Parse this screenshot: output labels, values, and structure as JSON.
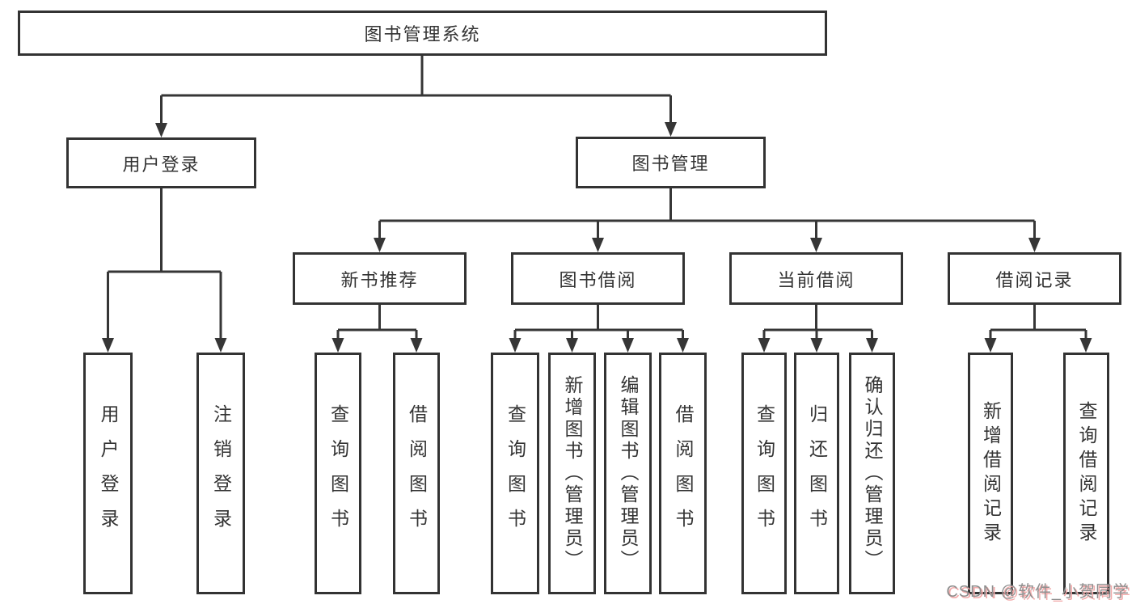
{
  "colors": {
    "background": "#ffffff",
    "line": "#363636",
    "box_border": "#333333",
    "text": "#333333",
    "watermark_text": "#8f8f8f",
    "watermark_shadow": "#f2a9a9"
  },
  "watermark": "CSDN @软件_小贺同学",
  "tree": {
    "root": {
      "label": "图书管理系统",
      "children": [
        {
          "label": "用户登录",
          "children": [
            {
              "label": "用户登录"
            },
            {
              "label": "注销登录"
            }
          ]
        },
        {
          "label": "图书管理",
          "children": [
            {
              "label": "新书推荐",
              "children": [
                {
                  "label": "查询图书"
                },
                {
                  "label": "借阅图书"
                }
              ]
            },
            {
              "label": "图书借阅",
              "children": [
                {
                  "label": "查询图书"
                },
                {
                  "label": "新增图书（管理员）"
                },
                {
                  "label": "编辑图书（管理员）"
                },
                {
                  "label": "借阅图书"
                }
              ]
            },
            {
              "label": "当前借阅",
              "children": [
                {
                  "label": "查询图书"
                },
                {
                  "label": "归还图书"
                },
                {
                  "label": "确认归还（管理员）"
                }
              ]
            },
            {
              "label": "借阅记录",
              "children": [
                {
                  "label": "新增借阅记录"
                },
                {
                  "label": "查询借阅记录"
                }
              ]
            }
          ]
        }
      ]
    }
  }
}
